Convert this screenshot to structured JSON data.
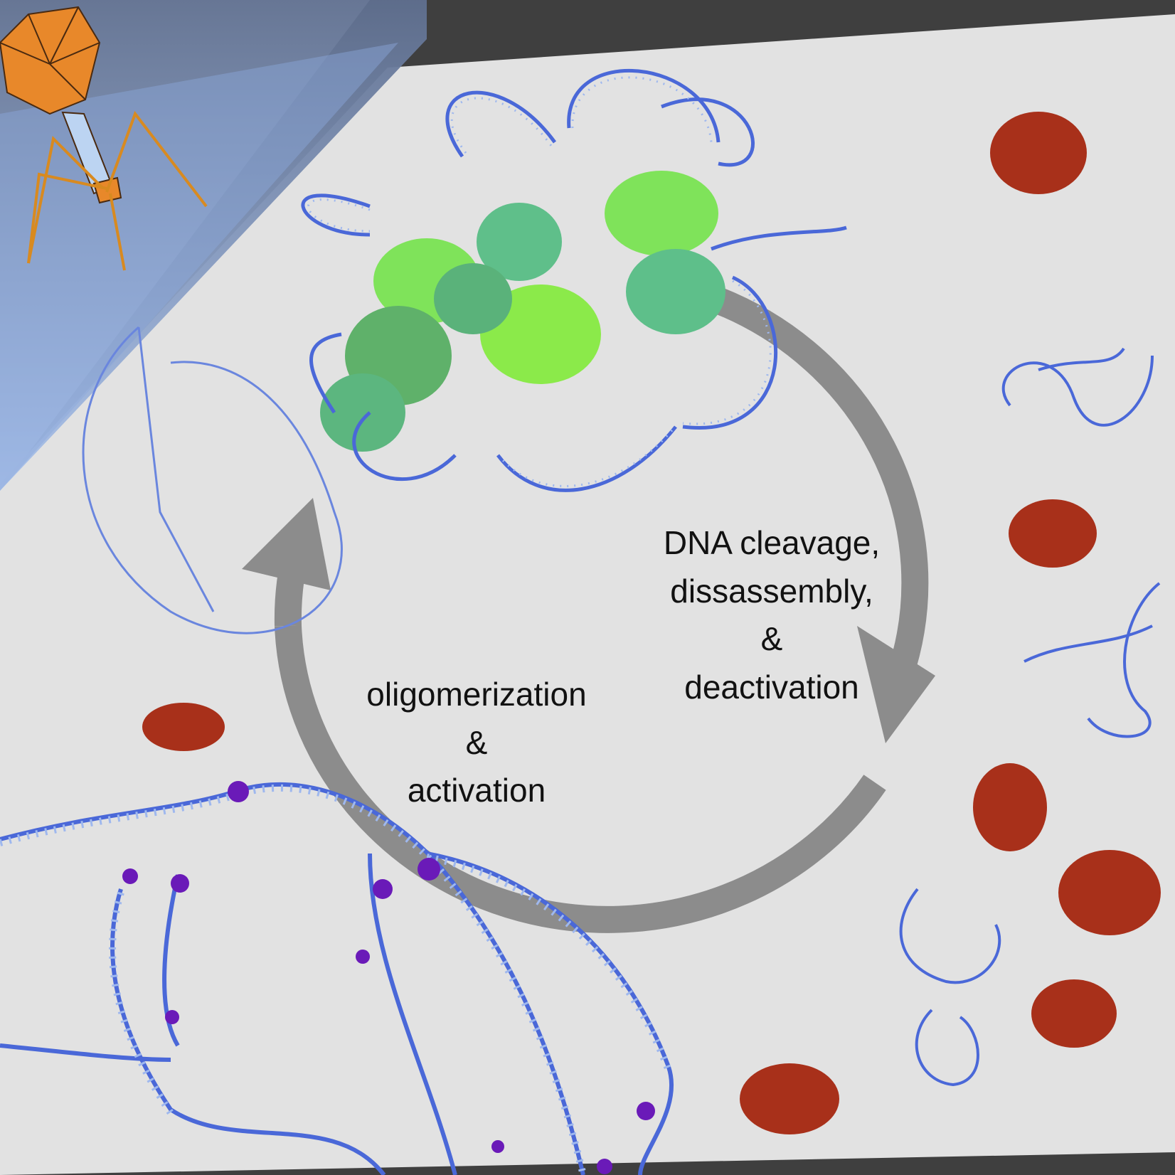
{
  "figure": {
    "labels": {
      "right": {
        "line1": "DNA cleavage,",
        "line2": "dissassembly,",
        "line3": "&",
        "line4": "deactivation"
      },
      "left": {
        "line1": "oligomerization",
        "line2": "&",
        "line3": "activation"
      }
    },
    "colors": {
      "surface": "#e2e2e2",
      "surface_edge": "#3f3f3f",
      "medium": "#8fa9d4",
      "dna": "#4a68d8",
      "dna_rungs": "#9fb8ee",
      "active_protein": "#74d65a",
      "inactive_protein": "#a8301a",
      "phage_head": "#e8882a",
      "cycle_arrow": "#8c8c8c",
      "binding_site": "#6a1ab8"
    },
    "icons": [
      "bacteriophage-icon",
      "cycle-arrows-icon"
    ]
  }
}
